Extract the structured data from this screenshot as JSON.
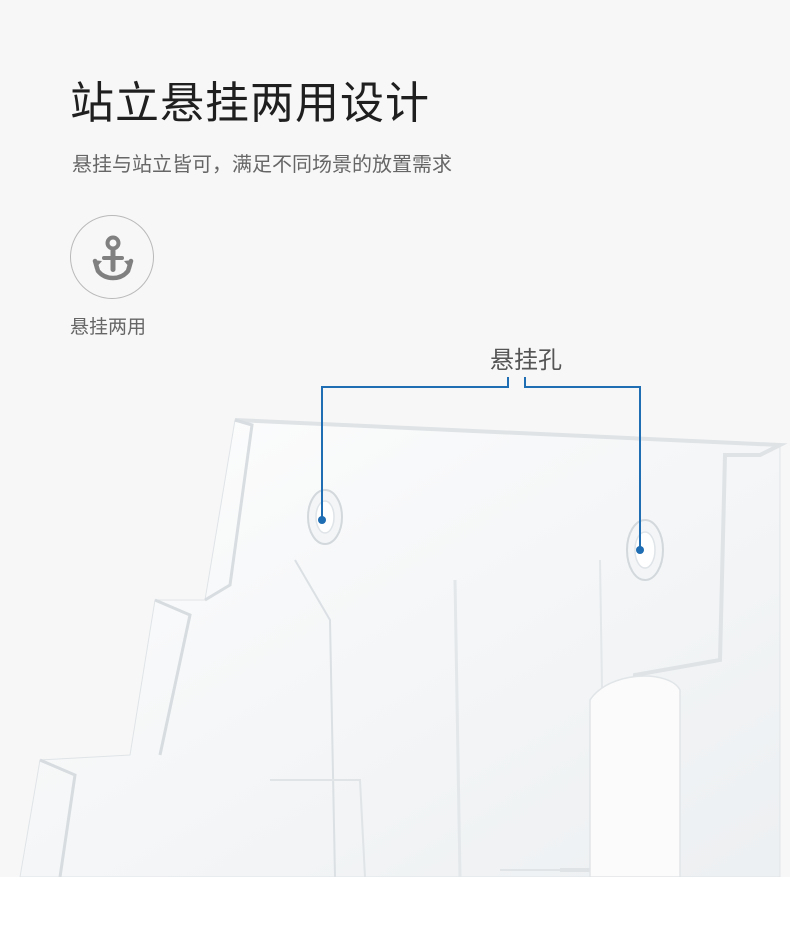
{
  "header": {
    "title": "站立悬挂两用设计",
    "subtitle": "悬挂与站立皆可，满足不同场景的放置需求"
  },
  "feature": {
    "icon": "anchor-icon",
    "label": "悬挂两用"
  },
  "callout": {
    "label": "悬挂孔",
    "line_color": "#1f6db2"
  },
  "colors": {
    "background": "#f7f7f7",
    "title_text": "#1f1f1f",
    "secondary_text": "#666666",
    "accent": "#1f6db2"
  }
}
